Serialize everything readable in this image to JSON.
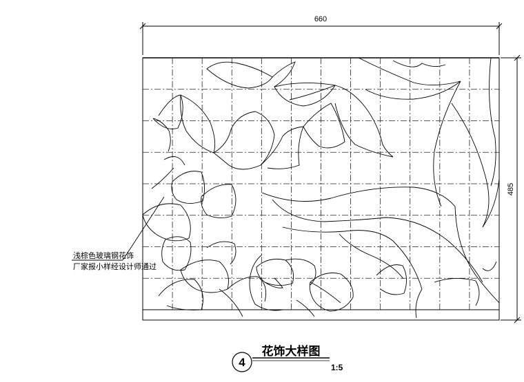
{
  "dimensions": {
    "width_label": "660",
    "height_label": "485"
  },
  "note": {
    "line1": "浅棕色玻璃钢花饰",
    "line2": "厂家报小样经设计师通过"
  },
  "title": {
    "number": "4",
    "name": "花饰大样图",
    "scale": "1:5"
  }
}
